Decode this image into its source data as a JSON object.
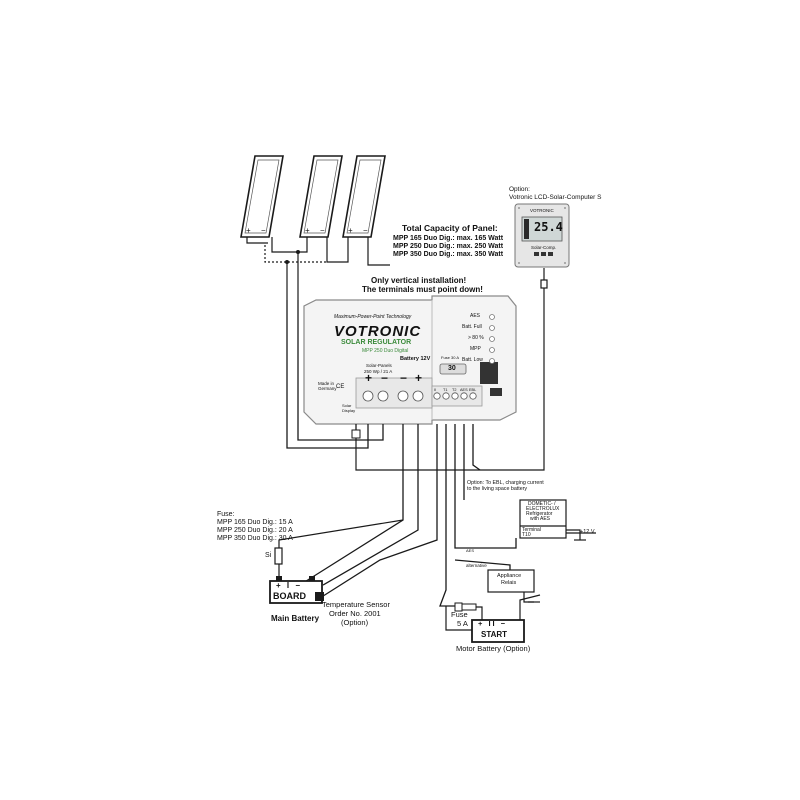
{
  "option_display": {
    "option_label": "Option:",
    "product_name": "Votronic LCD-Solar-Computer S",
    "screen_value": "25.4",
    "brand": "VOTRONIC",
    "model_line": "Solar-Comp."
  },
  "panel_capacity": {
    "title": "Total Capacity of Panel:",
    "lines": [
      "MPP 165 Duo Dig.: max. 165 Watt",
      "MPP 250 Duo Dig.: max. 250 Watt",
      "MPP 350 Duo Dig.: max. 350 Watt"
    ]
  },
  "installation_note": {
    "line1": "Only vertical installation!",
    "line2": "The terminals must point down!"
  },
  "regulator": {
    "technology": "Maximum-Power-Point Technology",
    "brand": "VOTRONIC",
    "title": "SOLAR REGULATOR",
    "model": "MPP 250 Duo Digital",
    "solar_panels_label": "Solar-Panels",
    "solar_panels_rating": "250 Wp / 21 A",
    "battery_label": "Battery 12V",
    "made_in": "Made in Germany",
    "ce": "CE",
    "solar_display": "Solar Display",
    "fuse_label": "Fuse 30 A",
    "fuse_value": "30",
    "leds": [
      "AES",
      "Batt. Full",
      "> 80 %",
      "MPP",
      "Batt. Low"
    ],
    "terminal_labels": [
      "II",
      "T1",
      "T2",
      "AES",
      "EBL"
    ],
    "plus": "+",
    "minus": "−"
  },
  "fuse_info": {
    "title": "Fuse:",
    "lines": [
      "MPP 165 Duo Dig.: 15 A",
      "MPP 250 Duo Dig.: 20 A",
      "MPP 350 Duo Dig.: 30 A"
    ]
  },
  "main_battery": {
    "si_label": "Si",
    "board_label": "BOARD",
    "caption": "Main Battery",
    "terminals": "+ I −"
  },
  "temperature_sensor": {
    "line1": "Temperature Sensor",
    "line2": "Order No. 2001",
    "line3": "(Option)"
  },
  "ebl_option": {
    "line1": "Option: To EBL, charging current",
    "line2": "to the living space battery"
  },
  "fridge": {
    "lines": [
      "DOMETIC- /",
      "ELECTROLUX",
      "Refrigerator",
      "with AES"
    ],
    "terminal": "Terminal",
    "terminal_no": "T10",
    "voltage": "+12 V",
    "aes_label": "AES"
  },
  "appliance": {
    "alternative": "alternative",
    "line1": "Appliance",
    "line2": "Relais"
  },
  "motor_battery": {
    "fuse": "Fuse",
    "fuse_value": "5 A",
    "start_label": "START",
    "terminals": "+ II −",
    "caption": "Motor Battery (Option)"
  },
  "colors": {
    "line": "#1a1a1a",
    "regulator_body": "#f4f4f4",
    "regulator_edge": "#8a8a8a",
    "brand_text": "#111111",
    "model_green": "#3a8a3a",
    "display_body": "#e6e6e6",
    "lcd": "#cfd7d6"
  },
  "icons": [
    "solar-panel-icon",
    "battery-icon",
    "fuse-icon",
    "led-icon",
    "screw-terminal-icon",
    "lcd-display-icon"
  ]
}
